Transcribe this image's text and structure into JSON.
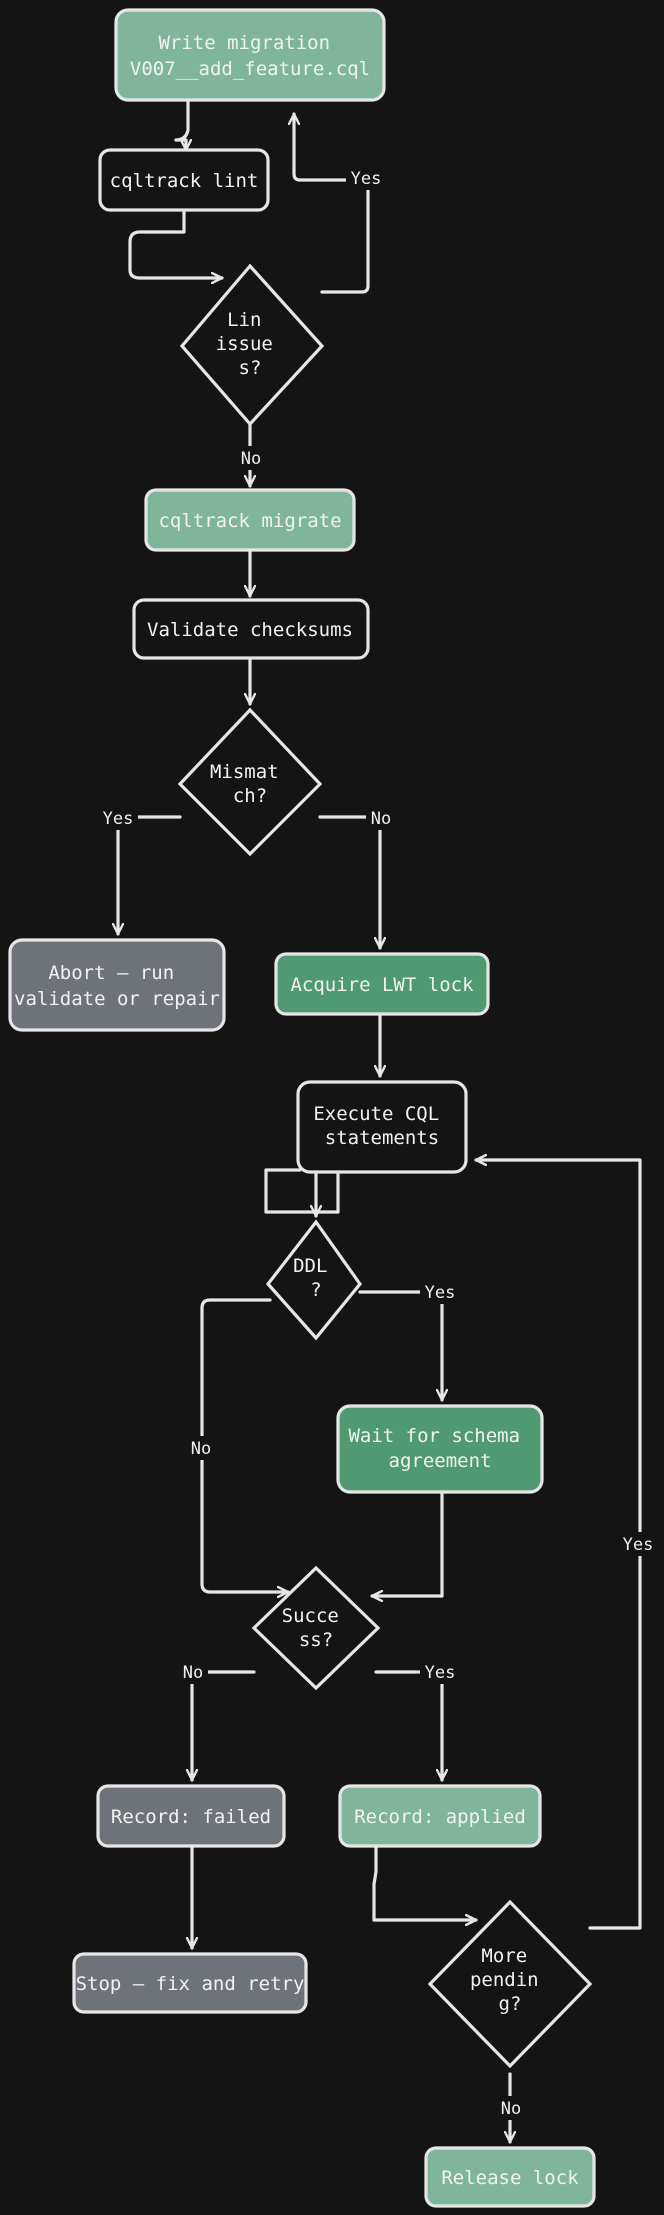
{
  "colors": {
    "background": "#141414",
    "stroke": "#e6e6e6",
    "fill_light_green": "#7fb59b",
    "fill_dark_green": "#4f9a72",
    "fill_gray": "#6e737a",
    "fill_dark": "#141414"
  },
  "nodes": {
    "write_migration": {
      "lines": [
        "Write migration",
        "V007__add_feature.cql"
      ]
    },
    "lint": {
      "lines": [
        "cqltrack lint"
      ]
    },
    "lint_issues": {
      "lines": [
        "Lin",
        "issue",
        "s?"
      ]
    },
    "migrate": {
      "lines": [
        "cqltrack migrate"
      ]
    },
    "validate": {
      "lines": [
        "Validate checksums"
      ]
    },
    "mismatch": {
      "lines": [
        "Mismat",
        "ch?"
      ]
    },
    "abort": {
      "lines": [
        "Abort — run",
        "validate or repair"
      ]
    },
    "acquire_lock": {
      "lines": [
        "Acquire LWT lock"
      ]
    },
    "execute": {
      "lines": [
        "Execute CQL",
        "statements"
      ]
    },
    "ddl": {
      "lines": [
        "DDL",
        "?"
      ]
    },
    "wait_schema": {
      "lines": [
        "Wait for schema",
        "agreement"
      ]
    },
    "success": {
      "lines": [
        "Succe",
        "ss?"
      ]
    },
    "record_failed": {
      "lines": [
        "Record: failed"
      ]
    },
    "record_applied": {
      "lines": [
        "Record: applied"
      ]
    },
    "stop": {
      "lines": [
        "Stop — fix and retry"
      ]
    },
    "more_pending": {
      "lines": [
        "More",
        "pendin",
        "g?"
      ]
    },
    "release_lock": {
      "lines": [
        "Release lock"
      ]
    }
  },
  "edge_labels": {
    "lint_yes": "Yes",
    "lint_no": "No",
    "mismatch_yes": "Yes",
    "mismatch_no": "No",
    "ddl_yes": "Yes",
    "ddl_no": "No",
    "success_no": "No",
    "success_yes": "Yes",
    "pending_yes": "Yes",
    "pending_no": "No"
  }
}
